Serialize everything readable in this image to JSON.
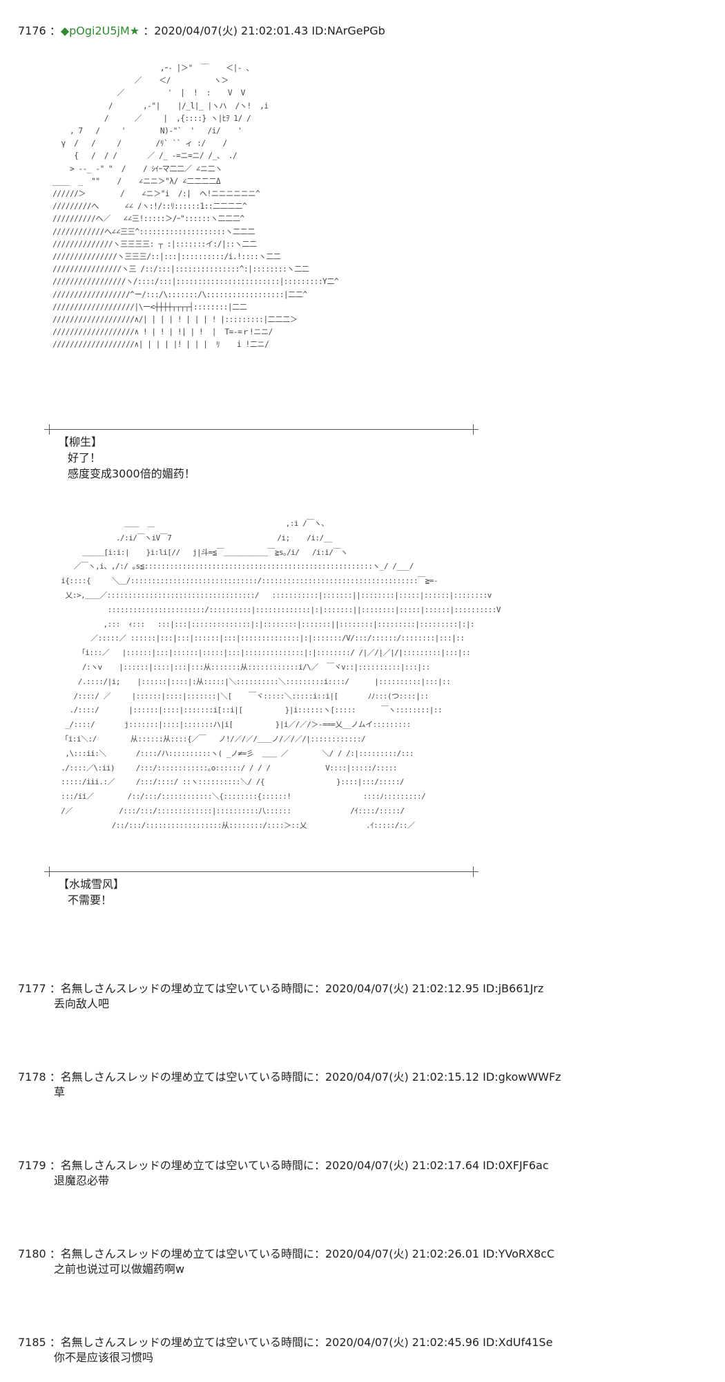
{
  "post_7176": {
    "number": "7176",
    "sep": " ：",
    "trip_prefix": "◆",
    "trip": "pOgi2U5jM",
    "star": "★",
    "meta": " ：2020/04/07(火) 21:02:01.43 ID:NArGePGb"
  },
  "aa_1": {
    "name": "柳生",
    "speaker_label": "【柳生】",
    "line1": "好了！",
    "line2": "感度变成3000倍的媚药！",
    "art": "                         ,ｰ‐ |＞\"  ￣    ＜|- 、\n                   ／    ＜/          ヽ＞\n               ／          '  |  !  :    V  V\n             /       ,-\"|    |/_l|_ |ヽハ  /ヽ!  ,i\n            /      ／     |  ,{::::} ヽ|ﾋｦ 1/ /\n    , 7   /     '        N)-\"`  '   /i/    '\n  γ  /   /     /        /ﾘ` `` ィ :/    /\n     {   /  / /       ／ /_ -=ニ=ニ/ /_、 ./\n    > --_ -\" \"  /    / ｼｲｰマ二二／ ∠ニ二ヽ\n____  _  \"\"    /    ∠ニニ＞\"λ/ ∠二二二二Δ\n//////＞        /    ∠ニ＞\"i  /:|  ヘ!ニニニニニニ^\n/////////へ      ∠∠ /ヽ:!/::ﾘ::::::1::二二二二^\n//////////へ／   ∠∠三!:::::＞/ｰ\"::::::ヽ二二二^\n////////////へ∠∠三三^::::::::::::::::::::ヽ二二二\n//////////////ヽ三三三三: ┬ :|:::::::イ:/|::ヽ二二\n///////////////ヽ三三三/::|:::|::::::::::/i.!::::ヽ二二\n////////////////ヽ三 /::/:::|:::::::::::::::^:|::::::::ヽ二二\n/////////////////ヽ/::::/:::|::::::::::::::::::::::::|:::::::::Y二^\n//////////////////^ー/:::/\\:::::::/\\::::::::::::::::::|二二^\n///////////////////|\\ー<┼┼┼┼┬┬┬┬┤::::::::|二二\n///////////////////∧/| | | | ! | | | ! |:::::::::|二二二＞\n///////////////////∧ ! | ! | !| | !  |  T=-=ｒ!ニニ/\n///////////////////∧| | | | |! | | |  ﾘ    i !二ニ/"
  },
  "aa_2": {
    "name": "水城雪风",
    "speaker_label": "【水城雪风】",
    "line1": "不需要！",
    "art": "                 ＿＿  ＿                               ,:i /￣ヽ、\n               ./:i/￣ヽiV￣7                         /i;    /i:/__\n       ＿＿＿[i:i:|    }i:li[//   j|斗=≦￣＿＿＿＿＿＿￣≧s｡/i/   /i:i/￣ヽ\n     ／￣ヽ,i、,/:/ ｡s≦::::::::::::::::::::::::::::::::::::::::::::::::::::::ヽ_/ /___/\n  i{::::{     ＼＿/::::::::::::::::::::::::::::::/:::::::::::::::::::::::::::::::::::::￣≧=-\n   乂:>,＿＿／:::::::::::::::::::::::::::::::::::/   :::::::::::|:::::::||::::::::|:::::|::::::|::::::::v\n             :::::::::::::::::::::::/::::::::::|:::::::::::::|:|:::::::||::::::::|:::::|::::::|::::::::::V\n            ,:::  ｨ:::   :::|:::|::::::::::::::|:|::::::::|:::::::||::::::::|:::::::::|:::::::::|:|:\n         ／:::::／ ::::::|:::|:::|::::::|:::|::::::::::::::|:|:::::::/V/:::/::::::/::::::::|:::|::\n      「i:::／   |::::::|:::|::::::|:::::|:::|::::::::::::::|:|::::::::/ /|／/|／|/|:::::::::|:::|::\n       /:ヽv    |::::::|::::|:::|:::从:::::::从::::::::::::i/\\／  ￣ヾv::|::::::::::|:::|::\n      /.::::/|i;    |::::::|::::|:从:::::|＼::::::::::＼:::::::::i::::/      |::::::::::|:::|::\n     /::::/ ／     |::::::|::::|:::::::|＼[    ￣ヾ:::::＼:::::i::i|[       ﾉﾉ:::(つ::::|::\n    ./::::/       |::::::|::::|:::::::i[::i|[          }|i::::::ヽ[:::::      ￣ヽ::::::::|::\n   _/::::/       j:::::::|::::|:::::::ハ|i[          }|i／/／/＞-===乂__ノムイ:::::::::\n  「i:i＼:/        从::::::从::::{／￣   ノ!/／/／/＿＿ノ/／/／/|::::::::::::/\n   ,\\:::ii:＼       /::::/ハ::::::::::ヽ( _ノ≠=彡  ＿＿ ／        ＼/ / /:|:::::::::/:::\n  ./::::／\\:ii)     /:::/::::::::::::｡o::::::/ / / /             V::::|:::::/:::::\n  :::::/iii.:／     /:::/::::/ ::ヽ::::::::::＼/ /{                 }::::|:::/:::::/\n  :::/ii／        /::/:::/::::::::::::＼{::::::::{::::::!                 ::::ﾉ:::::::::/\n  /／           /:::/:::/:::::::::::::|::::::::::八::::::              /ｲ::::/:::::/\n              /::/:::/::::::::::::::::::从::::::::/::::＞::乂              .ｲ:::::/::／"
  },
  "post_7177": {
    "number": "7177",
    "header": " ：名無しさんスレッドの埋め立ては空いている時間に：2020/04/07(火) 21:02:12.95 ID:jB661Jrz",
    "body": "丢向敌人吧"
  },
  "post_7178": {
    "number": "7178",
    "header": " ：名無しさんスレッドの埋め立ては空いている時間に：2020/04/07(火) 21:02:15.12 ID:gkowWWFz",
    "body": "草"
  },
  "post_7179": {
    "number": "7179",
    "header": " ：名無しさんスレッドの埋め立ては空いている時間に：2020/04/07(火) 21:02:17.64 ID:0XFJF6ac",
    "body": "退魔忍必带"
  },
  "post_7180": {
    "number": "7180",
    "header": " ：名無しさんスレッドの埋め立ては空いている時間に：2020/04/07(火) 21:02:26.01 ID:YVoRX8cC",
    "body": "之前也说过可以做媚药啊w"
  },
  "post_7185": {
    "number": "7185",
    "header": " ：名無しさんスレッドの埋め立ては空いている時間に：2020/04/07(火) 21:02:45.96 ID:XdUf41Se",
    "body": "你不是应该很习惯吗"
  }
}
